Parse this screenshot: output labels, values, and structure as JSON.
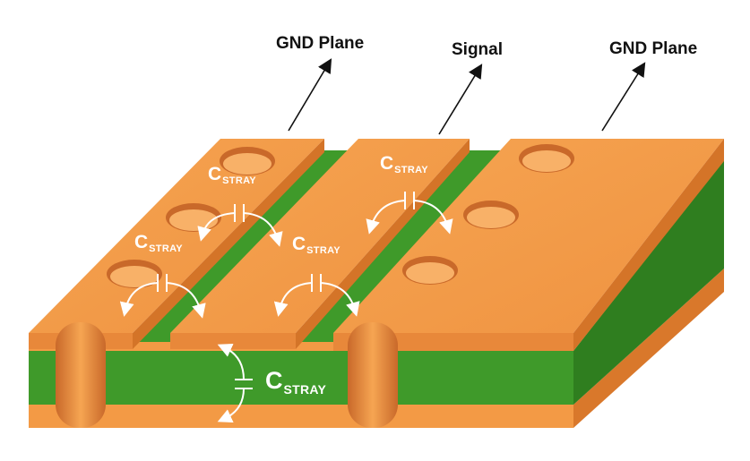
{
  "labels": {
    "gnd_plane_left": "GND Plane",
    "signal": "Signal",
    "gnd_plane_right": "GND Plane"
  },
  "stray_capacitance": {
    "letter": "C",
    "subscript": "STRAY"
  },
  "colors": {
    "copper": "#f39a45",
    "copper_dark": "#d9782b",
    "copper_side": "#e8883a",
    "dielectric": "#3f9a2a",
    "dielectric_dark": "#2f7e1f",
    "text": "#111111",
    "annotation": "#ffffff"
  }
}
